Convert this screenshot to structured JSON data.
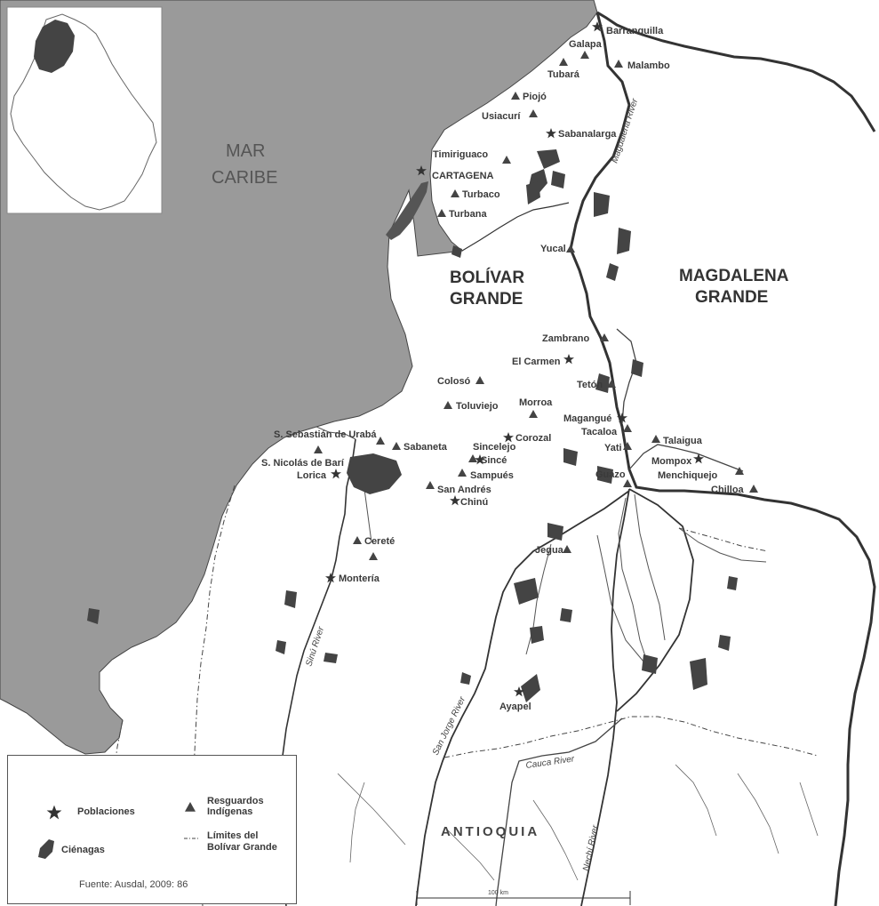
{
  "sea_label": [
    "MAR",
    "CARIBE"
  ],
  "regions": {
    "bolivar": [
      "BOLÍVAR",
      "GRANDE"
    ],
    "magdalena": [
      "MAGDALENA",
      "GRANDE"
    ],
    "antioquia": "ANTIOQUIA"
  },
  "rivers": {
    "magdalena": "Magdalena River",
    "sinu": "Sinú River",
    "san_jorge": "San Jorge River",
    "cauca": "Cauca River",
    "nechi": "Nechí River"
  },
  "places": {
    "barranquilla": "Barranquilla",
    "galapa": "Galapa",
    "tubara": "Tubará",
    "malambo": "Malambo",
    "piojo": "Piojó",
    "usiacuri": "Usiacurí",
    "sabanalarga": "Sabanalarga",
    "timiriguaco": "Timiriguaco",
    "cartagena": "CARTAGENA",
    "turbaco": "Turbaco",
    "turbana": "Turbana",
    "yucal": "Yucal",
    "zambrano": "Zambrano",
    "el_carmen": "El Carmen",
    "coloso": "Colosó",
    "teton": "Tetón",
    "toluviejo": "Toluviejo",
    "morroa": "Morroa",
    "magangue": "Magangué",
    "tacaloa": "Tacaloa",
    "talaigua": "Talaigua",
    "s_sebastian": "S. Sebastián de Urabá",
    "sabaneta": "Sabaneta",
    "corozal": "Corozal",
    "yati": "Yati",
    "sincelejo": "Sincelejo",
    "since": "Sincé",
    "mompox": "Mompox",
    "menchiquejo": "Menchiquejo",
    "s_nicolas": "S. Nicolás de Barí",
    "lorica": "Lorica",
    "sampues": "Sampués",
    "guazo": "Guazo",
    "chilloa": "Chilloa",
    "san_andres": "San Andrés",
    "chinu": "Chinú",
    "cerete": "Cereté",
    "jegua": "Jegua",
    "monteria": "Montería",
    "ayapel": "Ayapel"
  },
  "legend": {
    "poblaciones": "Poblaciones",
    "resguardos": [
      "Resguardos",
      "Indígenas"
    ],
    "cienagas": "Ciénagas",
    "limites": [
      "Límites del",
      "Bolívar Grande"
    ],
    "source": "Fuente: Ausdal, 2009: 86"
  },
  "scale": "100 km",
  "colors": {
    "sea": "#9a9a9a",
    "land": "#ffffff",
    "water": "#555555",
    "border": "#333333"
  }
}
